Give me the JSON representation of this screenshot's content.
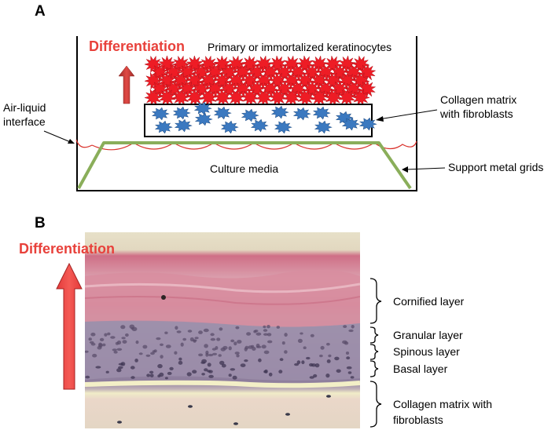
{
  "panel_a": {
    "letter": "A",
    "differentiation": "Differentiation",
    "keratinocytes": "Primary or immortalized keratinocytes",
    "collagen_line1": "Collagen matrix",
    "collagen_line2": "with fibroblasts",
    "airliquid_line1": "Air-liquid",
    "airliquid_line2": "interface",
    "culture_media": "Culture media",
    "support_grids": "Support metal grids"
  },
  "panel_b": {
    "letter": "B",
    "differentiation": "Differentiation",
    "cornified": "Cornified layer",
    "granular": "Granular layer",
    "spinous": "Spinous layer",
    "basal": "Basal layer",
    "collagen_line1": "Collagen matrix with",
    "collagen_line2": "fibroblasts"
  },
  "colors": {
    "differentiation_text": "#e8413b",
    "keratinocyte_red": "#ee1c25",
    "fibroblast_blue": "#3b79c0",
    "grid_green": "#8aae5a",
    "meniscus_red": "#d9302a",
    "cornified_pink": "#d7879a",
    "living_layers_purple": "#9a8ca7",
    "matrix_beige": "#e8dcc6"
  }
}
